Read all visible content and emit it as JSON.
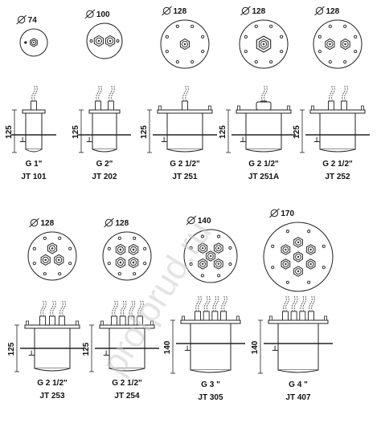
{
  "watermark": "profprud.ru",
  "units": [
    {
      "id": "jt101",
      "diameter": "74",
      "thread": "G 1\"",
      "model": "JT 101",
      "height": "125",
      "glands": 1,
      "arrangement": "single",
      "flange": "narrow"
    },
    {
      "id": "jt202",
      "diameter": "100",
      "thread": "G 2\"",
      "model": "JT 202",
      "height": "125",
      "glands": 2,
      "arrangement": "pair",
      "flange": "narrow"
    },
    {
      "id": "jt251",
      "diameter": "128",
      "thread": "G 2 1/2\"",
      "model": "JT 251",
      "height": "125",
      "glands": 1,
      "arrangement": "single",
      "flange": "wide"
    },
    {
      "id": "jt251a",
      "diameter": "128",
      "thread": "G 2 1/2\"",
      "model": "JT 251A",
      "height": "125",
      "glands": 1,
      "arrangement": "hex",
      "flange": "wide"
    },
    {
      "id": "jt252",
      "diameter": "128",
      "thread": "G 2 1/2\"",
      "model": "JT 252",
      "height": "125",
      "glands": 2,
      "arrangement": "pair",
      "flange": "wide"
    },
    {
      "id": "jt253",
      "diameter": "128",
      "thread": "G 2 1/2\"",
      "model": "JT 253",
      "height": "125",
      "glands": 3,
      "arrangement": "triangle",
      "flange": "wide"
    },
    {
      "id": "jt254",
      "diameter": "128",
      "thread": "G 2 1/2\"",
      "model": "JT 254",
      "height": "125",
      "glands": 4,
      "arrangement": "square",
      "flange": "wide"
    },
    {
      "id": "jt305",
      "diameter": "140",
      "thread": "G 3 \"",
      "model": "JT 305",
      "height": "140",
      "glands": 5,
      "arrangement": "pentagon",
      "flange": "wide"
    },
    {
      "id": "jt407",
      "diameter": "170",
      "thread": "G 4 \"",
      "model": "JT 407",
      "height": "140",
      "glands": 7,
      "arrangement": "hexring",
      "flange": "wide"
    }
  ]
}
